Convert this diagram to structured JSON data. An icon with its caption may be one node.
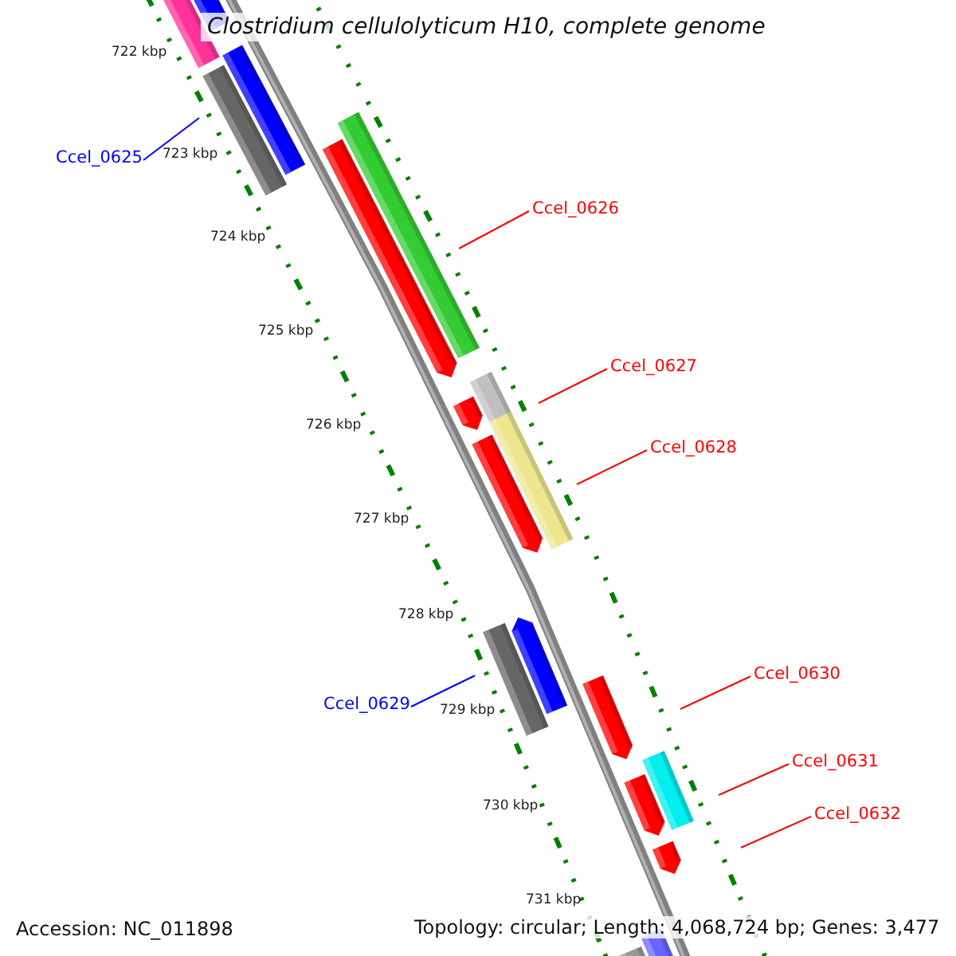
{
  "diagram": {
    "title": "Clostridium cellulolyticum H10, complete genome",
    "nodes": [
      {
        "text": [
          "Ccel_0625"
        ]
      },
      {
        "text": [
          "Ccel_0626"
        ]
      },
      {
        "text": [
          "Ccel_0627"
        ]
      },
      {
        "text": [
          "Ccel_0628"
        ]
      },
      {
        "text": [
          "Ccel_0629"
        ]
      },
      {
        "text": [
          "Ccel_0630"
        ]
      },
      {
        "text": [
          "Ccel_0631"
        ]
      },
      {
        "text": [
          "Ccel_0632"
        ]
      }
    ],
    "edges": [
      {
        "from": 0,
        "to": null,
        "arrow": "none",
        "color": "#0000ff"
      },
      {
        "from": 1,
        "to": null,
        "arrow": "none"
      },
      {
        "from": 2,
        "to": null,
        "arrow": "none"
      },
      {
        "from": 3,
        "to": null,
        "arrow": "none"
      },
      {
        "from": 4,
        "to": null,
        "arrow": "none",
        "color": "#0000ff"
      },
      {
        "from": 5,
        "to": null,
        "arrow": "none"
      },
      {
        "from": 6,
        "to": null,
        "arrow": "none"
      },
      {
        "from": 7,
        "to": null,
        "arrow": "none"
      }
    ],
    "labels": [
      "722 kbp",
      "723 kbp",
      "724 kbp",
      "725 kbp",
      "726 kbp",
      "727 kbp",
      "728 kbp",
      "729 kbp",
      "730 kbp",
      "731 kbp",
      "Accession: NC_011898",
      "Topology: circular; Length: 4,068,724 bp; Genes: 3,477"
    ]
  }
}
